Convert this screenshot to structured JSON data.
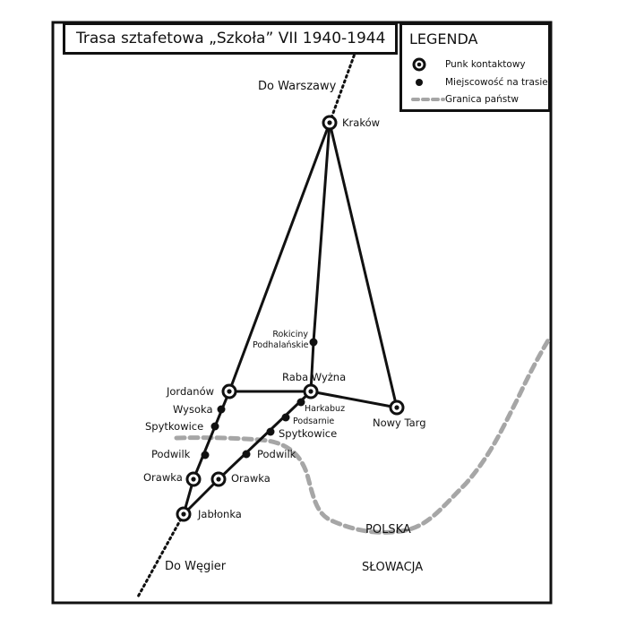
{
  "title": "Trasa sztafetowa „Szkoła” VII 1940-1944",
  "legend": {
    "title": "LEGENDA",
    "contact_point": "Punk kontaktowy",
    "locality": "Miejscowość na trasie",
    "border": "Granica państw"
  },
  "directions": {
    "warsaw": "Do Warszawy",
    "hungary": "Do Węgier"
  },
  "countries": {
    "poland": "POLSKA",
    "slovakia": "SŁOWACJA"
  },
  "places": {
    "krakow": "Kraków",
    "rokiciny_line1": "Rokiciny",
    "rokiciny_line2": "Podhalańskie",
    "raba_wyzna": "Raba  Wyżna",
    "jordanow": "Jordanów",
    "nowy_targ": "Nowy Targ",
    "wysoka": "Wysoka",
    "spytkowice_west": "Spytkowice",
    "podwilk_west": "Podwilk",
    "orawka_west": "Orawka",
    "jablonka": "Jabłonka",
    "harkabuz": "Harkabuz",
    "podsarnie": "Podsarnie",
    "spytkowice_east": "Spytkowice",
    "podwilk_east": "Podwilk",
    "orawka_east": "Orawka"
  },
  "colors": {
    "route": "#111111",
    "border": "#a6a6a6",
    "background": "#ffffff"
  }
}
